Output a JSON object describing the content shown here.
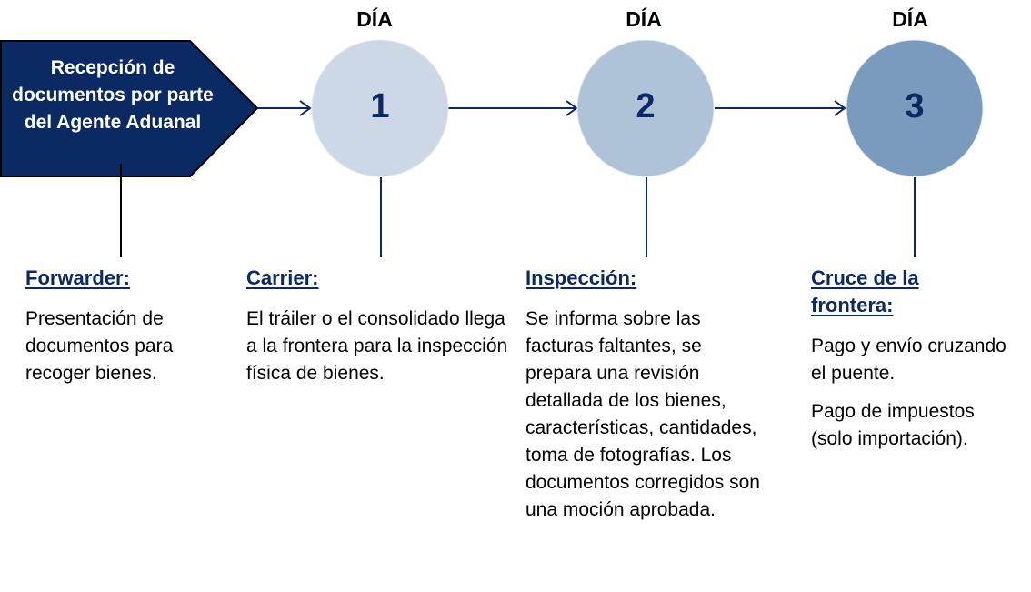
{
  "start_box": {
    "label": "Recepción de documentos por parte del Agente Aduanal"
  },
  "days": [
    {
      "label": "DÍA",
      "number": "1",
      "color": "#ccd8e5"
    },
    {
      "label": "DÍA",
      "number": "2",
      "color": "#aec3d8"
    },
    {
      "label": "DÍA",
      "number": "3",
      "color": "#7a9bbd"
    }
  ],
  "columns": [
    {
      "heading": "Forwarder:",
      "paragraphs": [
        "Presentación de documentos para recoger bienes."
      ]
    },
    {
      "heading": "Carrier:",
      "paragraphs": [
        "El tráiler o el consolidado llega a la frontera para la inspección física de bienes."
      ]
    },
    {
      "heading": "Inspección:",
      "paragraphs": [
        "Se informa sobre las facturas faltantes, se prepara una revisión detallada de los bienes, características, cantidades, toma de fotografías. Los documentos corregidos son una moción aprobada."
      ]
    },
    {
      "heading": "Cruce de la frontera:",
      "paragraphs": [
        "Pago y envío cruzando el puente.",
        "Pago de impuestos (solo importación)."
      ]
    }
  ],
  "colors": {
    "navy": "#0b2a63"
  }
}
